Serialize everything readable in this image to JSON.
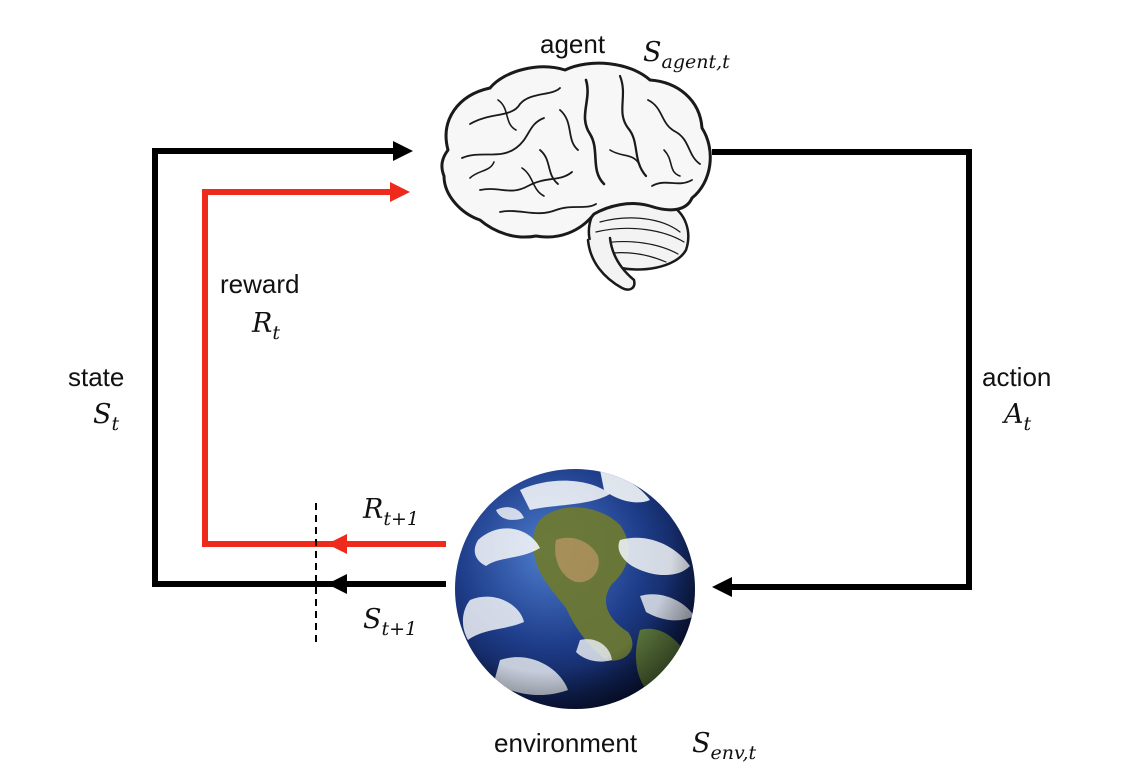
{
  "agent": {
    "label": "agent",
    "state_symbol": "S",
    "state_sub": "agent,t"
  },
  "environment": {
    "label": "environment",
    "state_symbol": "S",
    "state_sub": "env,t"
  },
  "state": {
    "label": "state",
    "symbol": "S",
    "sub": "t"
  },
  "reward": {
    "label": "reward",
    "symbol": "R",
    "sub": "t"
  },
  "action": {
    "label": "action",
    "symbol": "A",
    "sub": "t"
  },
  "next_reward": {
    "symbol": "R",
    "sub": "t+1"
  },
  "next_state": {
    "symbol": "S",
    "sub": "t+1"
  },
  "colors": {
    "state_line": "#000000",
    "reward_line": "#ee2a1c"
  },
  "icons": {
    "agent": "brain-icon",
    "environment": "earth-globe-icon"
  }
}
